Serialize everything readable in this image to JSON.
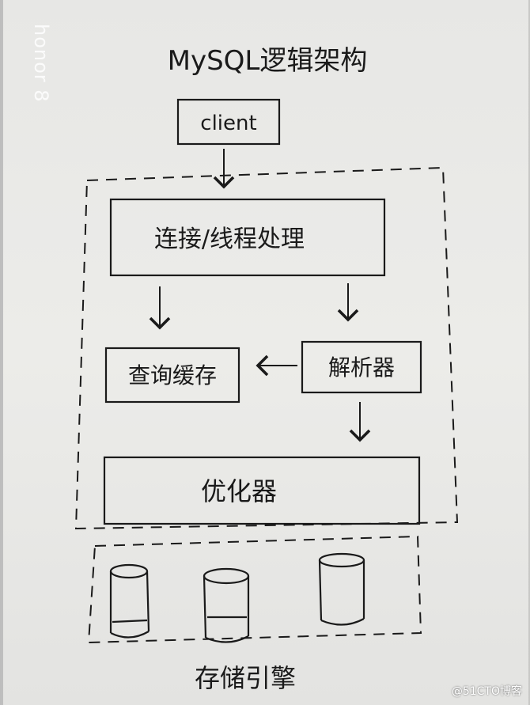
{
  "title": "MySQL逻辑架构",
  "nodes": {
    "client": "client",
    "connection": "连接/线程处理",
    "query_cache": "查询缓存",
    "parser": "解析器",
    "optimizer": "优化器",
    "storage_engine": "存储引擎"
  },
  "camera_brand": "honor 8",
  "watermark": "@51CTO博客",
  "colors": {
    "ink": "#1a1a1a",
    "paper": "#e9e9e7"
  }
}
